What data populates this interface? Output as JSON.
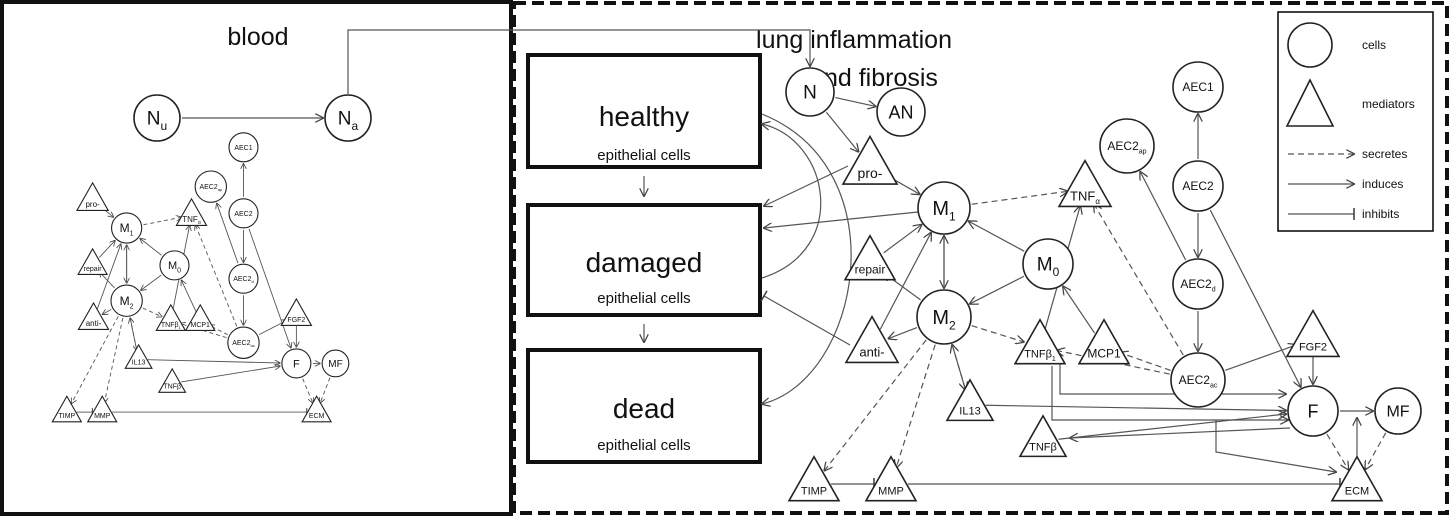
{
  "panels": {
    "blood": "blood",
    "lung_line1": "lung inflammation",
    "lung_line2": "and fibrosis"
  },
  "epithelial": {
    "healthy": "healthy",
    "damaged": "damaged",
    "dead": "dead",
    "sub": "epithelial cells"
  },
  "legend": {
    "cells": "cells",
    "mediators": "mediators",
    "secretes": "secretes",
    "induces": "induces",
    "inhibits": "inhibits"
  },
  "nodes": {
    "Nu": {
      "main": "N",
      "sub": "u"
    },
    "Na": {
      "main": "N",
      "sub": "a"
    },
    "N": {
      "main": "N",
      "sub": ""
    },
    "AN": {
      "main": "AN",
      "sub": ""
    },
    "pro": {
      "main": "pro-",
      "sub": ""
    },
    "M1": {
      "main": "M",
      "sub": "1"
    },
    "M0": {
      "main": "M",
      "sub": "0"
    },
    "M2": {
      "main": "M",
      "sub": "2"
    },
    "repair": {
      "main": "repair",
      "sub": ""
    },
    "anti": {
      "main": "anti-",
      "sub": ""
    },
    "TNFa": {
      "main": "TNF",
      "sub": "α"
    },
    "TNFb1": {
      "main": "TNFβ",
      "sub": "1"
    },
    "TNFb": {
      "main": "TNFβ",
      "sub": ""
    },
    "MCP1": {
      "main": "MCP1",
      "sub": ""
    },
    "IL13": {
      "main": "IL13",
      "sub": ""
    },
    "AEC1": {
      "main": "AEC1",
      "sub": ""
    },
    "AEC2": {
      "main": "AEC2",
      "sub": ""
    },
    "AEC2ap": {
      "main": "AEC2",
      "sub": "ap"
    },
    "AEC2d": {
      "main": "AEC2",
      "sub": "d"
    },
    "AEC2ac": {
      "main": "AEC2",
      "sub": "ac"
    },
    "FGF2": {
      "main": "FGF2",
      "sub": ""
    },
    "F": {
      "main": "F",
      "sub": ""
    },
    "MF": {
      "main": "MF",
      "sub": ""
    },
    "ECM": {
      "main": "ECM",
      "sub": ""
    },
    "TIMP": {
      "main": "TIMP",
      "sub": ""
    },
    "MMP": {
      "main": "MMP",
      "sub": ""
    }
  }
}
